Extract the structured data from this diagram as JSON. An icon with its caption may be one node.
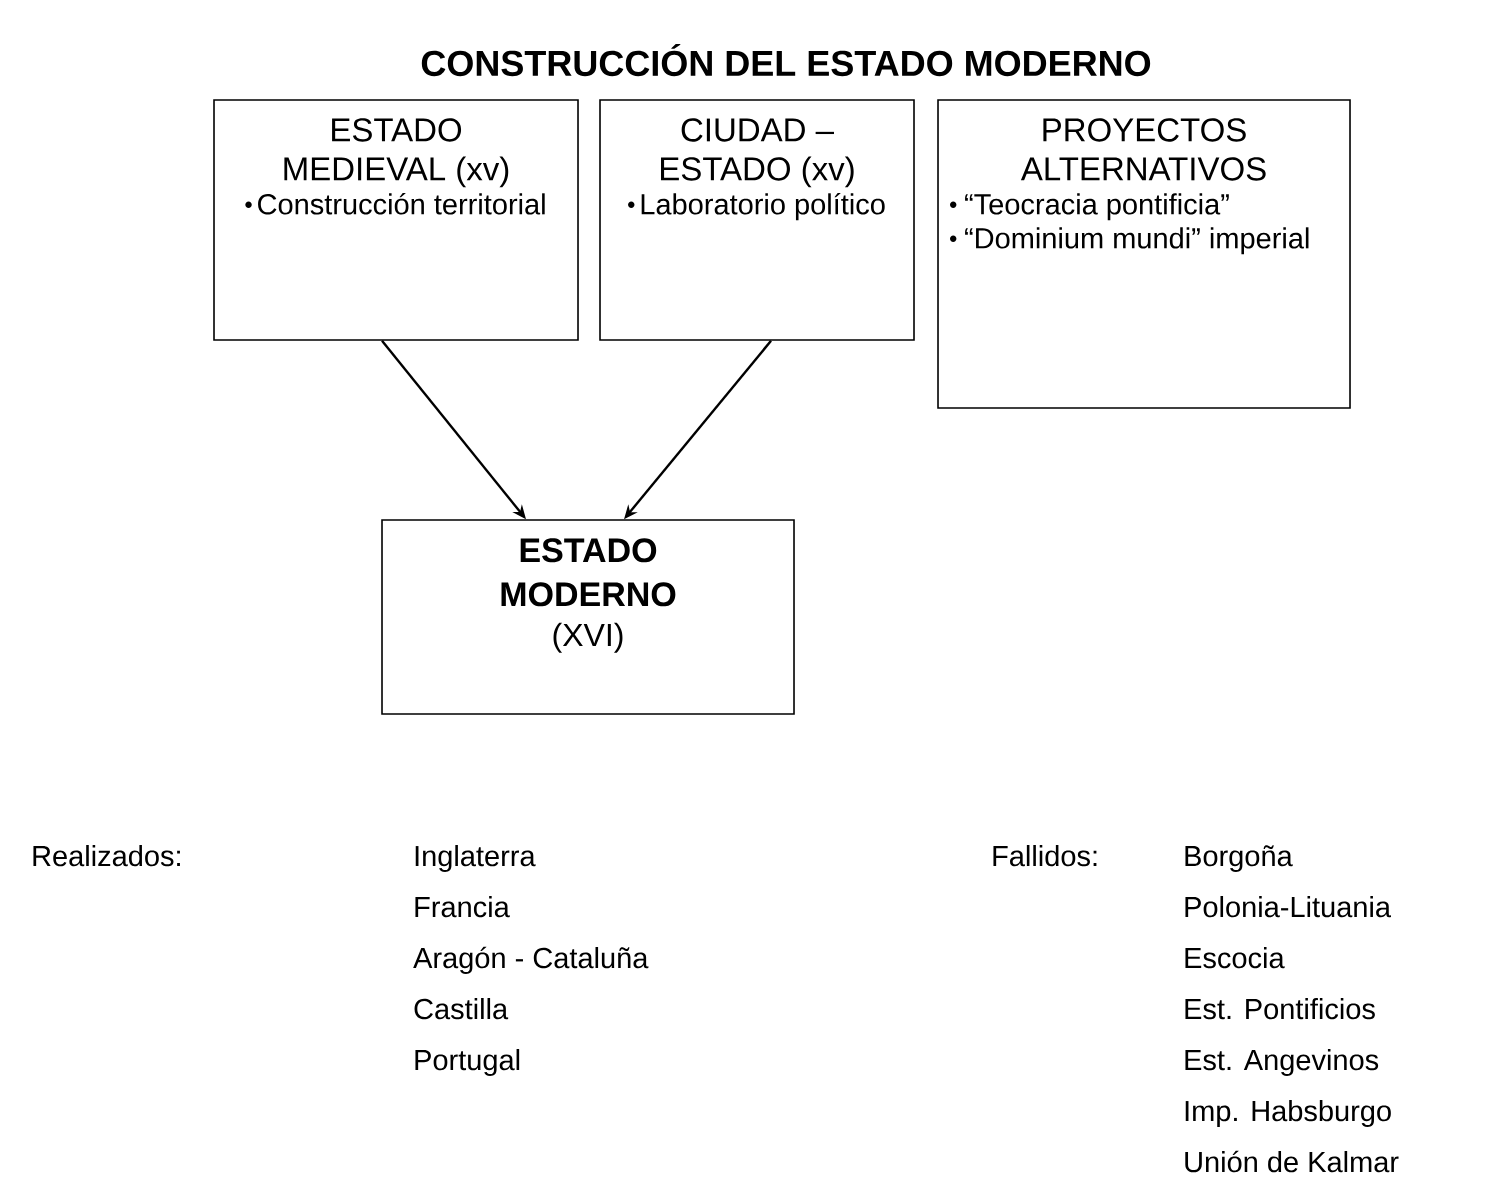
{
  "diagram": {
    "title": "CONSTRUCCIÓN DEL ESTADO MODERNO",
    "nodes": [
      {
        "text": [
          "ESTADO MEDIEVAL (xv)",
          "Construcción territorial"
        ]
      },
      {
        "text": [
          "CIUDAD – ESTADO (xv)",
          "Laboratorio político"
        ]
      },
      {
        "text": [
          "PROYECTOS ALTERNATIVOS",
          "“Teocracia pontificia”",
          "“Dominium mundi” imperial"
        ]
      },
      {
        "text": [
          "ESTADO MODERNO",
          "(XVI)"
        ]
      }
    ],
    "edges": [
      {
        "from": 0,
        "to": 3,
        "arrow": "to"
      },
      {
        "from": 1,
        "to": 3,
        "arrow": "to"
      }
    ],
    "labels": [
      "Realizados:",
      "Inglaterra",
      "Francia",
      "Aragón - Cataluña",
      "Castilla",
      "Portugal",
      "Fallidos:",
      "Borgoña",
      "Polonia-Lituania",
      "Escocia",
      "Est. Pontificios",
      "Est. Angevinos",
      "Imp. Habsburgo",
      "Unión de Kalmar"
    ]
  }
}
